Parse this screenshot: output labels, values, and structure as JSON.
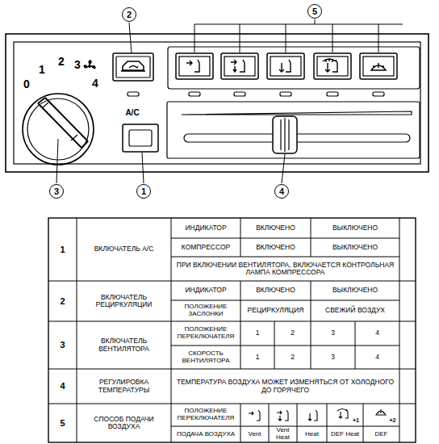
{
  "diagram": {
    "nodes": [
      {
        "text": [
          "2"
        ]
      },
      {
        "text": [
          "5"
        ]
      },
      {
        "text": [
          "3"
        ]
      },
      {
        "text": [
          "1"
        ]
      },
      {
        "text": [
          "4"
        ]
      }
    ],
    "labels": [
      "0",
      "1",
      "2",
      "3",
      "4",
      "A/C",
      "1",
      "ВКЛЮЧАТЕЛЬ А/С",
      "ИНДИКАТОР",
      "ВКЛЮЧЕНО",
      "ВЫКЛЮЧЕНО",
      "КОМПРЕССОР",
      "ВКЛЮЧЕНО",
      "ВЫКЛЮЧЕНО",
      "ПРИ ВКЛЮЧЕНИИ ВЕНТИЛЯТОРА, ВКЛЮЧАЕТСЯ КОНТРОЛЬНАЯ ЛАМПА КОМПРЕССОРА",
      "2",
      "ВКЛЮЧАТЕЛЬ РЕЦИРКУЛЯЦИИ",
      "ИНДИКАТОР",
      "ВКЛЮЧЕНО",
      "ВЫКЛЮЧЕНО",
      "ПОЛОЖЕНИЕ ЗАСЛОНКИ",
      "РЕЦИРКУЛЯЦИЯ",
      "СВЕЖИЙ ВОЗДУХ",
      "3",
      "ВКЛЮЧАТЕЛЬ ВЕНТИЛЯТОРА",
      "ПОЛОЖЕНИЕ ПЕРЕКЛЮЧАТЕЛЯ",
      "1",
      "2",
      "3",
      "4",
      "СКОРОСТЬ ВЕНТИЛЯТОРА",
      "1",
      "2",
      "3",
      "4",
      "4",
      "РЕГУЛИРОВКА ТЕМПЕРАТУРЫ",
      "ТЕМПЕРАТУРА ВОЗДУХА МОЖЕТ ИЗМЕНЯТЬСЯ ОТ ХОЛОДНОГО ДО ГОРЯЧЕГО",
      "5",
      "СПОСОБ ПОДАЧИ ВОЗДУХА",
      "ПОЛОЖЕНИЕ ПЕРЕКЛЮЧАТЕЛЯ",
      "+1",
      "+2",
      "ПОДАЧА ВОЗДУХА",
      "Vent",
      "Vent Heat",
      "Heat",
      "DEF Heat",
      "DEF"
    ]
  }
}
